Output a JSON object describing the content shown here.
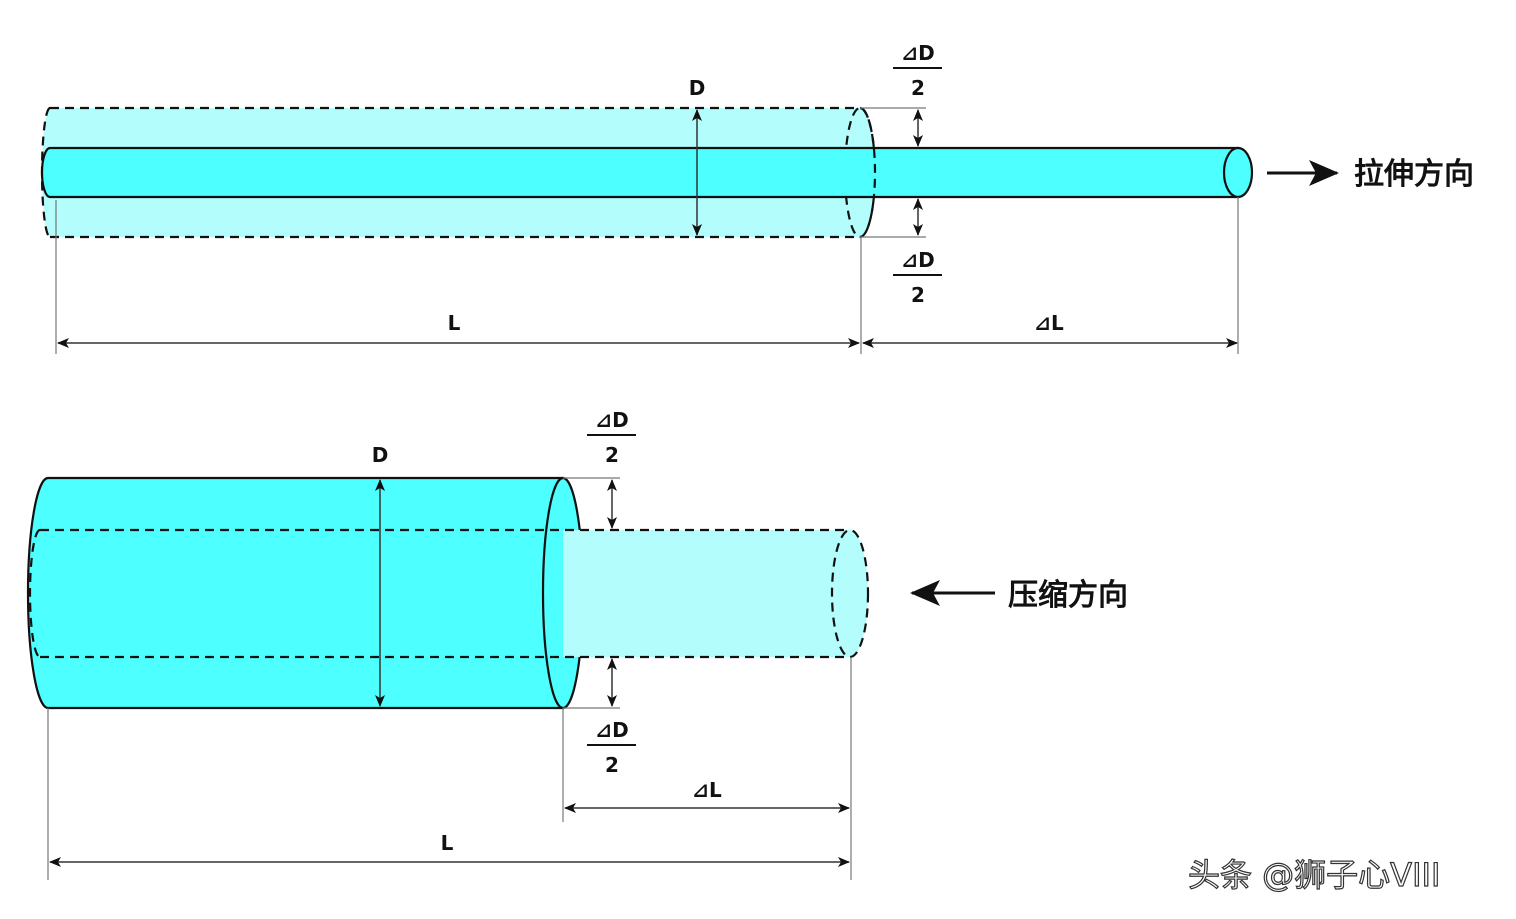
{
  "colors": {
    "rod": "#4dfffe",
    "ghost": "#b3fdfd",
    "line": "#111111"
  },
  "tension": {
    "diameter_label": "D",
    "delta_d": "⊿D",
    "two": "2",
    "length_label": "L",
    "delta_l": "⊿L",
    "direction_label": "拉伸方向"
  },
  "compression": {
    "diameter_label": "D",
    "delta_d": "⊿D",
    "two": "2",
    "length_label": "L",
    "delta_l": "⊿L",
    "direction_label": "压缩方向"
  },
  "watermark": "头条 @狮子心VIII"
}
